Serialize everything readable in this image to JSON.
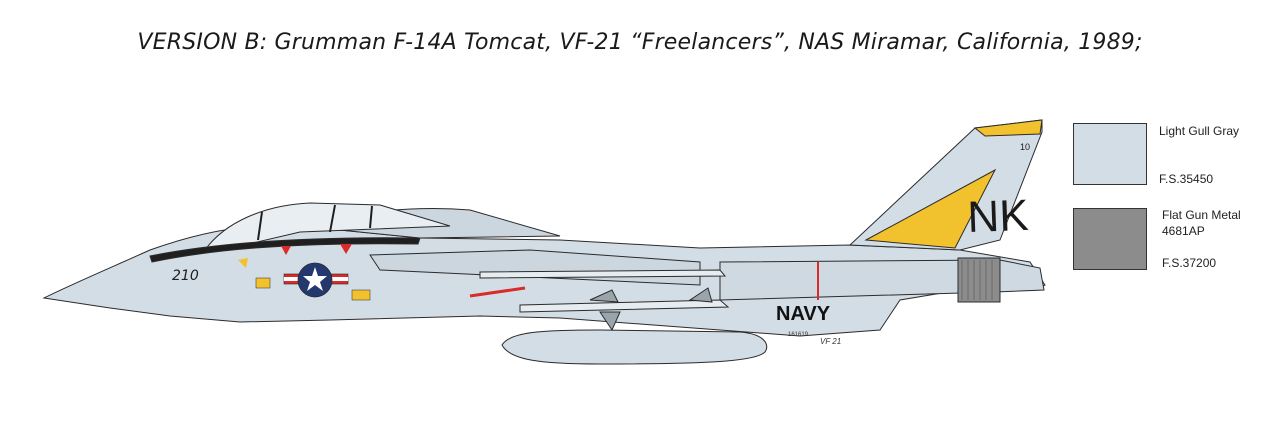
{
  "title": "VERSION B: Grumman F-14A Tomcat, VF-21 “Freelancers”, NAS Miramar, California, 1989;",
  "aircraft": {
    "tail_code": "NK",
    "tail_number": "10",
    "modex": "210",
    "fuselage_text": "NAVY",
    "bureau_number": "161619",
    "squadron_text": "VF 21"
  },
  "swatches": [
    {
      "name": "Light Gull Gray",
      "code": "F.S.35450",
      "color": "#d3dde6"
    },
    {
      "name_line1": "Flat Gun Metal",
      "name_line2": "4681AP",
      "code": "F.S.37200",
      "color": "#8c8c8c"
    }
  ],
  "colors": {
    "body": "#d3dde6",
    "outline": "#2b2b2b",
    "tail_yellow": "#f2c12e",
    "gunmetal": "#8c8c8c",
    "red": "#d92b2b",
    "insignia_blue": "#22386e",
    "canopy_dark": "#1f1f1f"
  }
}
